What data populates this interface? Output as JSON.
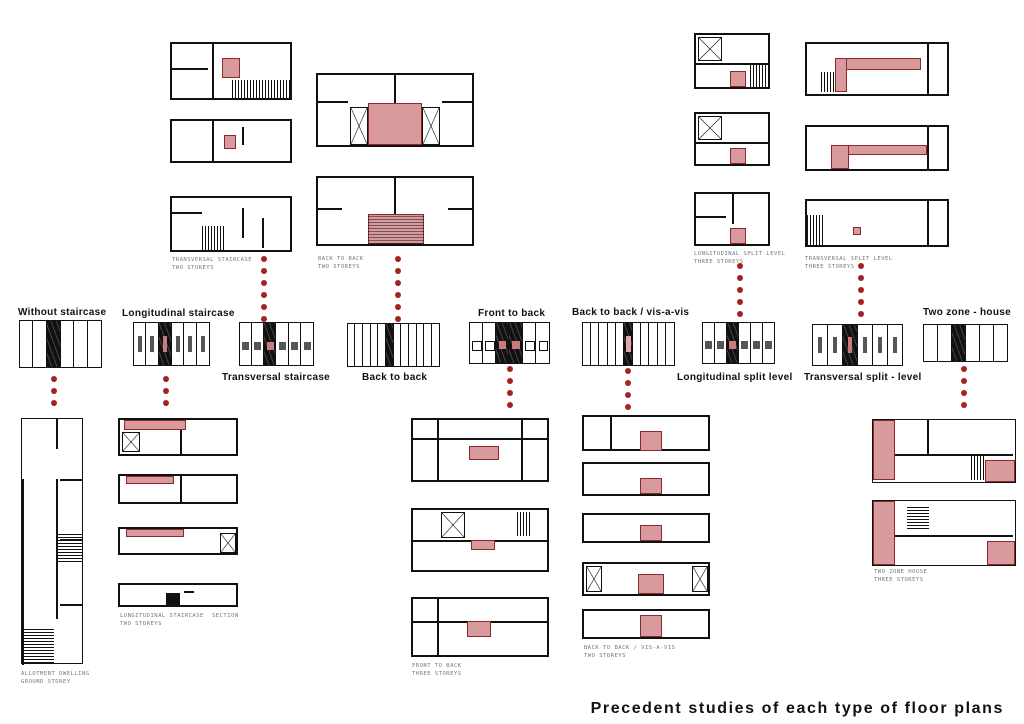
{
  "title": "Precedent studies of each type of floor plans",
  "colors": {
    "accent_pink": "#d89a9c",
    "dot_red": "#a52222",
    "ink": "#111111"
  },
  "typologies": [
    {
      "id": "without-staircase",
      "label": "Without staircase",
      "note": "ALLOTMENT DWELLING\nGROUND STOREY"
    },
    {
      "id": "longitudinal-staircase",
      "label": "Longitudinal staircase",
      "note": "LONGITUDINAL STAIRCASE\nTWO STOREYS"
    },
    {
      "id": "transversal-staircase",
      "label": "Transversal staircase",
      "note": "TRANSVERSAL STAIRCASE\nTWO STOREYS"
    },
    {
      "id": "back-to-back",
      "label": "Back to back",
      "note": "BACK TO BACK\nTWO STOREYS"
    },
    {
      "id": "front-to-back",
      "label": "Front to back",
      "note": "FRONT TO BACK\nTHREE STOREYS"
    },
    {
      "id": "back-to-back-vis-a-vis",
      "label": "Back to back / vis-a-vis",
      "note": "BACK TO BACK / VIS-A-VIS\nTWO STOREYS"
    },
    {
      "id": "longitudinal-split-level",
      "label": "Longitudinal split level",
      "note": "LONGITUDINAL SPLIT LEVEL\nTHREE STOREYS"
    },
    {
      "id": "transversal-split-level",
      "label": "Transversal split - level",
      "note": "TRANSVERSAL SPLIT LEVEL\nTHREE STOREYS"
    },
    {
      "id": "two-zone-house",
      "label": "Two zone - house",
      "note": "TWO ZONE HOUSE\nTHREE STOREYS"
    }
  ],
  "small_notes": {
    "longitudinal_side": "SECTION"
  }
}
